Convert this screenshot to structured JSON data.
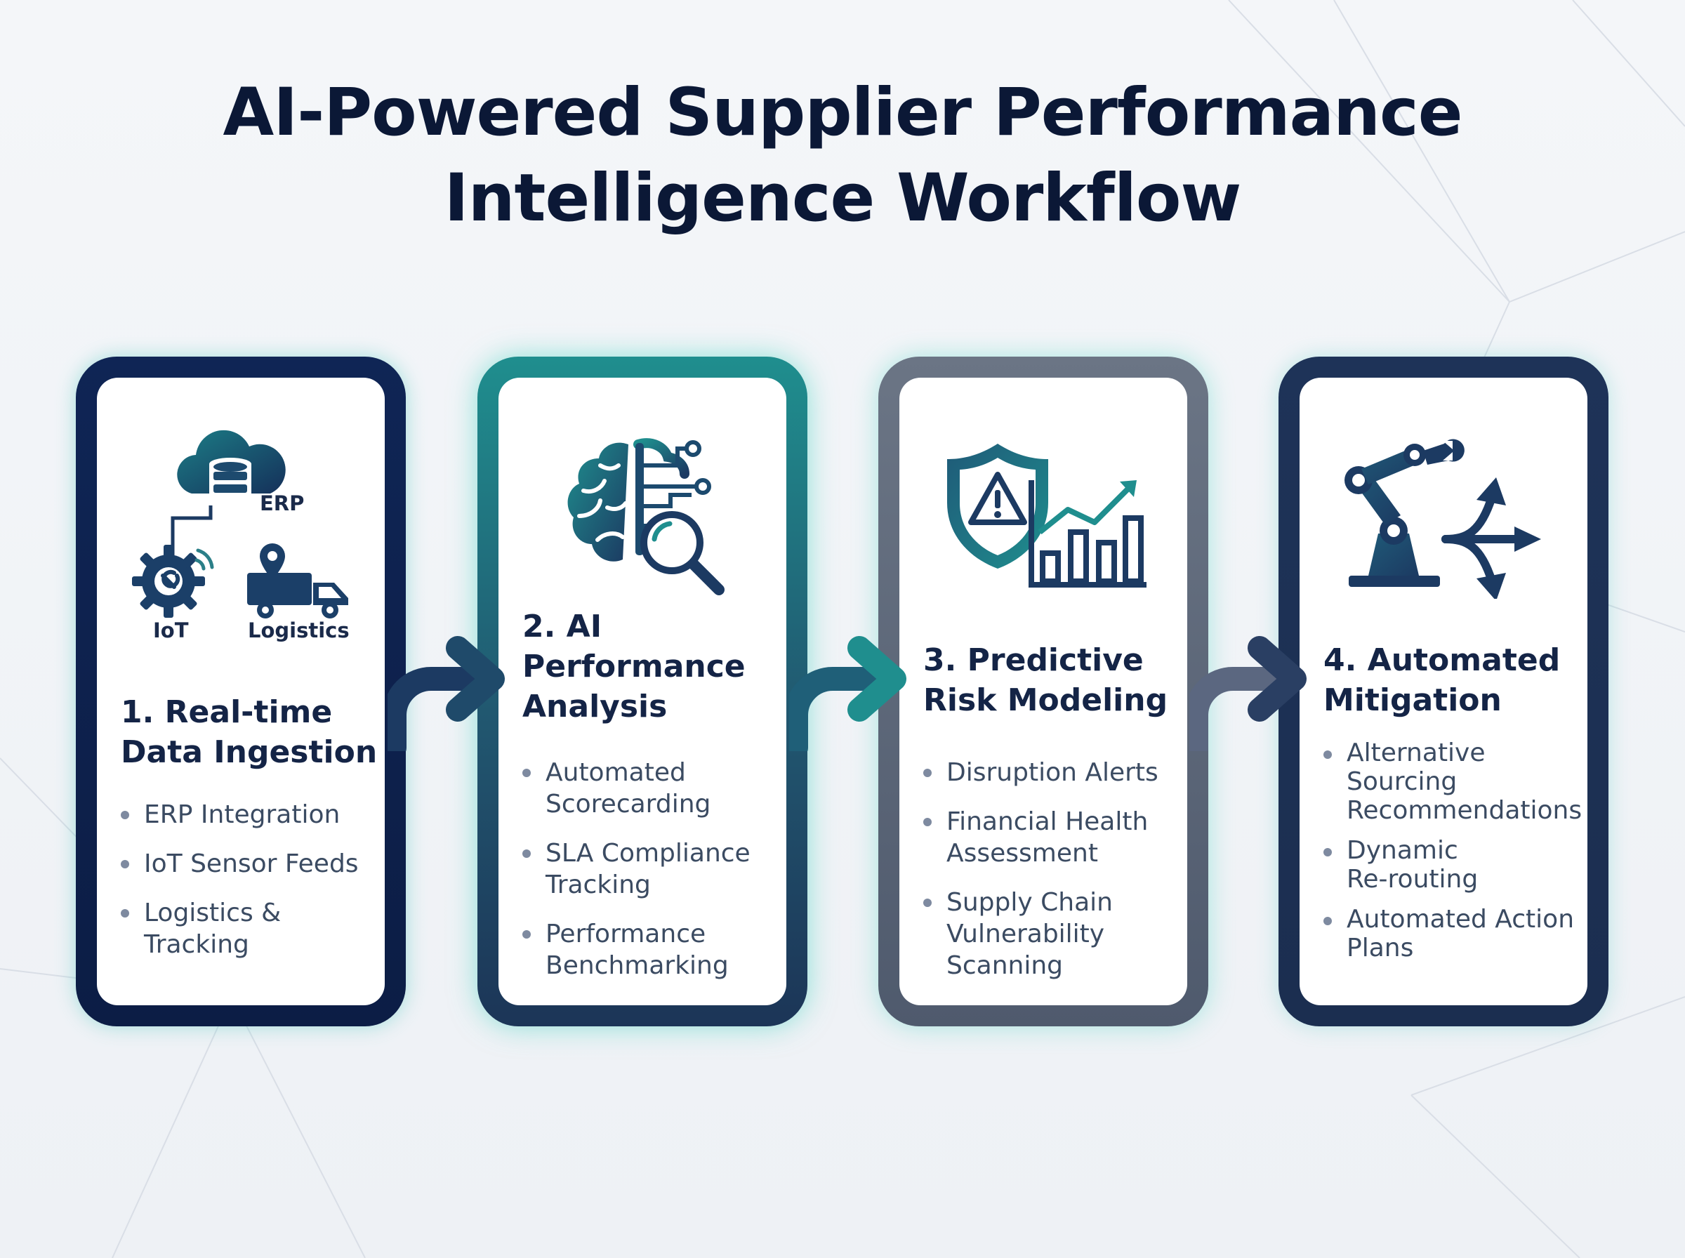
{
  "title": {
    "line1": "AI-Powered Supplier Performance",
    "line2": "Intelligence Workflow"
  },
  "steps": [
    {
      "title": "1. Real-time\nData Ingestion",
      "icon_labels": {
        "erp": "ERP",
        "iot": "IoT",
        "logistics": "Logistics"
      },
      "icons": [
        "cloud-database-icon",
        "gear-wifi-icon",
        "delivery-truck-icon"
      ],
      "bullets": [
        {
          "line1": "ERP Integration",
          "line2": ""
        },
        {
          "line1": "IoT Sensor Feeds",
          "line2": ""
        },
        {
          "line1": "Logistics &",
          "line2": "Tracking"
        }
      ]
    },
    {
      "title": "2. AI\n   Performance\n   Analysis",
      "icons": [
        "brain-circuit-icon",
        "magnifier-icon"
      ],
      "bullets": [
        {
          "line1": "Automated",
          "line2": "Scorecarding"
        },
        {
          "line1": "SLA Compliance",
          "line2": "Tracking"
        },
        {
          "line1": "Performance",
          "line2": "Benchmarking"
        }
      ]
    },
    {
      "title": "3. Predictive\nRisk Modeling",
      "icons": [
        "warning-shield-icon",
        "growth-chart-icon"
      ],
      "bullets": [
        {
          "line1": "Disruption Alerts",
          "line2": ""
        },
        {
          "line1": "Financial Health",
          "line2": "Assessment"
        },
        {
          "line1": "Supply Chain",
          "line2": "Vulnerability",
          "line3": "Scanning"
        }
      ]
    },
    {
      "title": "4. Automated\nMitigation",
      "icons": [
        "robotic-arm-icon",
        "branching-arrows-icon"
      ],
      "bullets": [
        {
          "line1": "Alternative",
          "line2": "Sourcing",
          "line3": "Recommendations"
        },
        {
          "line1": "Dynamic",
          "line2": "Re-routing"
        },
        {
          "line1": "Automated Action",
          "line2": "Plans"
        }
      ]
    }
  ],
  "colors": {
    "navy": "#0f2555",
    "teal": "#1f8e8e",
    "slate": "#5d6778",
    "accent_glow": "#46c8be",
    "text_dark": "#142446",
    "text_body": "#3b4b62"
  }
}
